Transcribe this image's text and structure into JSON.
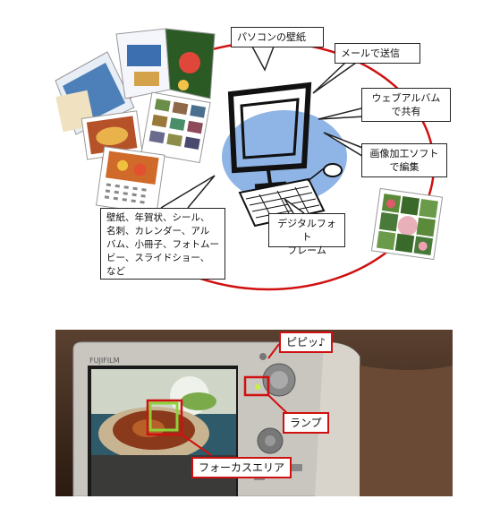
{
  "top_diagram": {
    "outputs": [
      {
        "id": "wallpaper",
        "label": "パソコンの壁紙"
      },
      {
        "id": "email",
        "label": "メールで送信"
      },
      {
        "id": "web_album",
        "label": "ウェブアルバム\nで共有"
      },
      {
        "id": "image_software",
        "label": "画像加工ソフト\nで編集"
      },
      {
        "id": "digital_frame",
        "label": "デジタルフォト\nフレーム"
      },
      {
        "id": "prints",
        "label": "壁紙、年賀状、シール、\n名刺、カレンダー、アル\nバム、小冊子、フォトムー\nビー、スライドショー、\nなど"
      }
    ]
  },
  "camera_diagram": {
    "brand": "FUJIFILM",
    "labels": {
      "beep": "ピピッ♪",
      "lamp": "ランプ",
      "focus_area": "フォーカスエリア"
    }
  },
  "colors": {
    "accent_red": "#d01010",
    "monitor_blue": "#8fb4e6"
  }
}
